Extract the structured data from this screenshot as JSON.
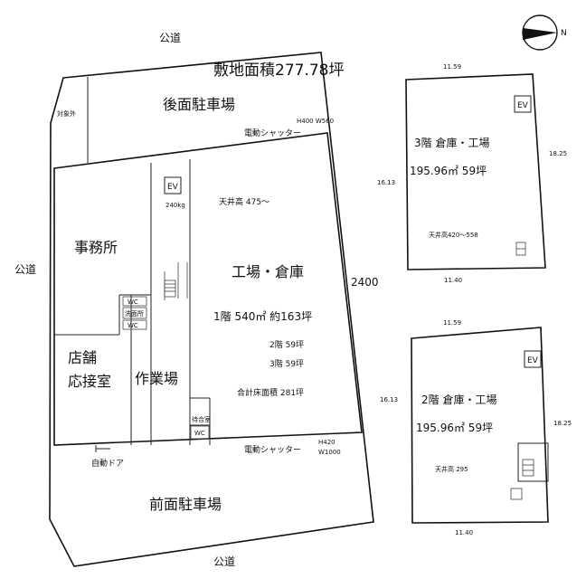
{
  "road_labels": {
    "top": "公道",
    "left": "公道",
    "bottom": "公道"
  },
  "site_area": "敷地面積277.78坪",
  "not_included": "対象外",
  "rear_parking": "後面駐車場",
  "front_parking": "前面駐車場",
  "shutter_rear": {
    "size": "H400  W560",
    "label": "電動シャッター"
  },
  "shutter_front": {
    "size_h": "H420",
    "size_w": "W1000",
    "label": "電動シャッター"
  },
  "elevator": {
    "label": "EV",
    "capacity": "240kg"
  },
  "ceiling_1f": "天井高  475～",
  "office": "事務所",
  "factory": "工場・倉庫",
  "floor1_area": "1階     540㎡  約163坪",
  "floor2_area": "2階          59坪",
  "floor3_area": "3階          59坪",
  "total_area": "合計床面積  281坪",
  "shop_line1": "店舗",
  "shop_line2": "応接室",
  "work_area": "作業場",
  "waiting_room": "待合室",
  "wc": "WC",
  "wash": "洗面所",
  "auto_door": "自動ドア",
  "width_dim": "2400",
  "floor3": {
    "ev": "EV",
    "title": "3階  倉庫・工場",
    "area": "195.96㎡   59坪",
    "ceiling": "天井高420～558",
    "dim_top": "11.59",
    "dim_left": "16.13",
    "dim_right": "18.25",
    "dim_bottom": "11.40"
  },
  "floor2": {
    "ev": "EV",
    "title": "2階  倉庫・工場",
    "area": "195.96㎡   59坪",
    "ceiling": "天井高  295",
    "dim_top": "11.59",
    "dim_left": "16.13",
    "dim_right": "18.25",
    "dim_bottom": "11.40"
  },
  "compass": {
    "letter": "N",
    "icon": "north-arrow-icon"
  }
}
